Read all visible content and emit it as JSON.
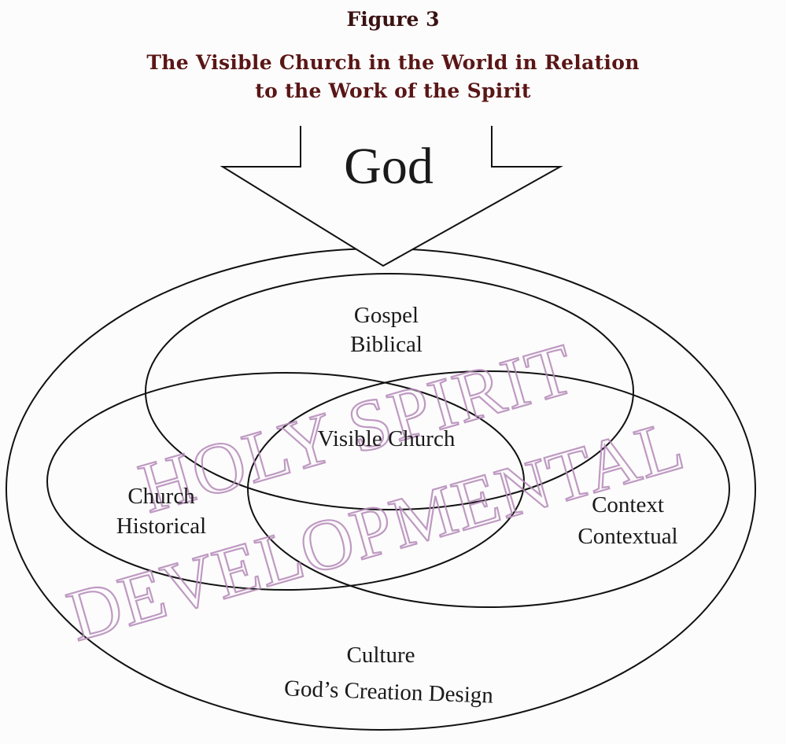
{
  "figure_number": "Figure 3",
  "caption": {
    "line1": "The Visible Church in the World in Relation",
    "line2": "to the Work of the Spirit"
  },
  "arrow_label": "God",
  "regions": {
    "gospel": {
      "line1": "Gospel",
      "line2": "Biblical"
    },
    "center": "Visible Church",
    "church": {
      "line1": "Church",
      "line2": "Historical"
    },
    "context": {
      "line1": "Context",
      "line2": "Contextual"
    },
    "culture": {
      "line1": "Culture",
      "line2": "God’s Creation Design"
    }
  },
  "overlay": {
    "line1": "HOLY SPIRIT",
    "line2": "DEVELOPMENTAL",
    "color": "#b48ab8"
  },
  "colors": {
    "line": "#111111",
    "title": "#5a1616",
    "text": "#1a1a1a"
  }
}
